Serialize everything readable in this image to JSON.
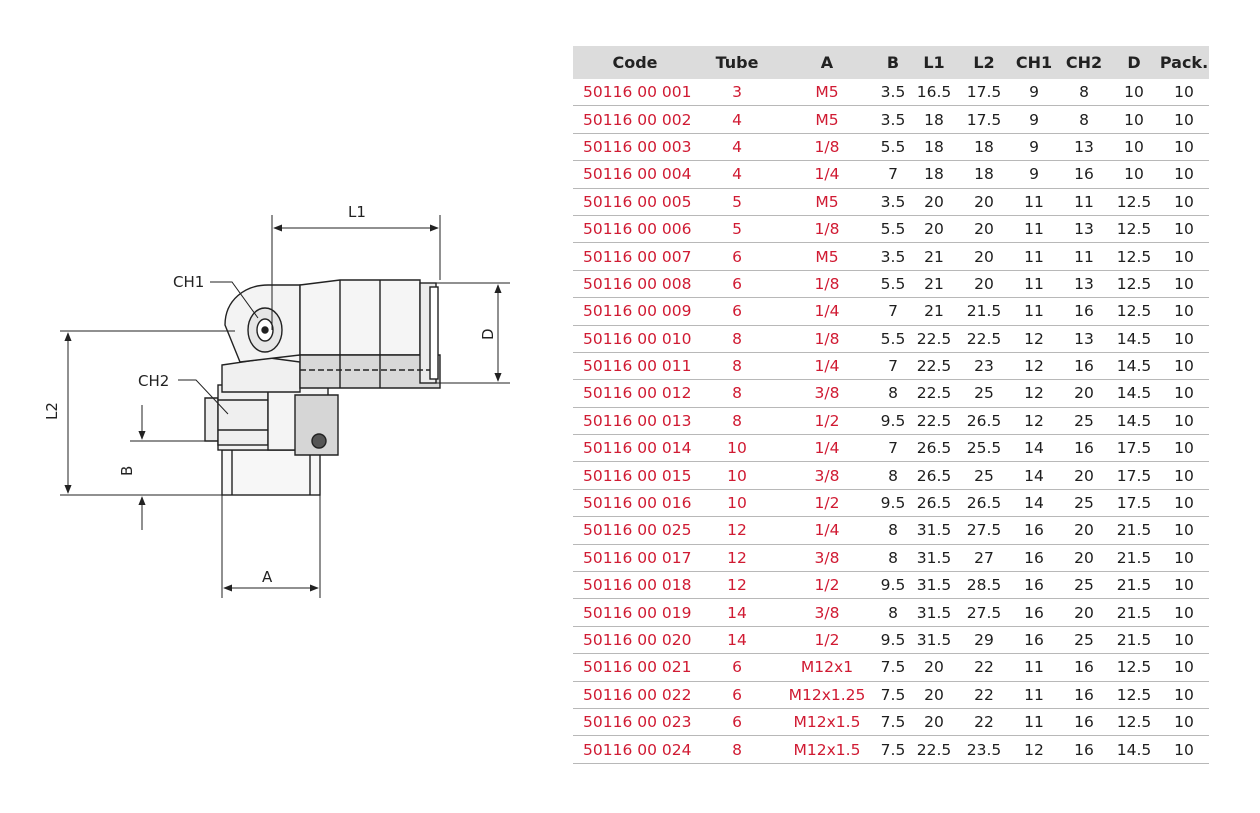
{
  "drawing": {
    "labels": {
      "l1": "L1",
      "l2": "L2",
      "ch1": "CH1",
      "ch2": "CH2",
      "b": "B",
      "a": "A",
      "d": "D"
    }
  },
  "table": {
    "headers": [
      "Code",
      "Tube",
      "A",
      "B",
      "L1",
      "L2",
      "CH1",
      "CH2",
      "D",
      "Pack."
    ],
    "rows": [
      [
        "50116 00 001",
        "3",
        "M5",
        "3.5",
        "16.5",
        "17.5",
        "9",
        "8",
        "10",
        "10"
      ],
      [
        "50116 00 002",
        "4",
        "M5",
        "3.5",
        "18",
        "17.5",
        "9",
        "8",
        "10",
        "10"
      ],
      [
        "50116 00 003",
        "4",
        "1/8",
        "5.5",
        "18",
        "18",
        "9",
        "13",
        "10",
        "10"
      ],
      [
        "50116 00 004",
        "4",
        "1/4",
        "7",
        "18",
        "18",
        "9",
        "16",
        "10",
        "10"
      ],
      [
        "50116 00 005",
        "5",
        "M5",
        "3.5",
        "20",
        "20",
        "11",
        "11",
        "12.5",
        "10"
      ],
      [
        "50116 00 006",
        "5",
        "1/8",
        "5.5",
        "20",
        "20",
        "11",
        "13",
        "12.5",
        "10"
      ],
      [
        "50116 00 007",
        "6",
        "M5",
        "3.5",
        "21",
        "20",
        "11",
        "11",
        "12.5",
        "10"
      ],
      [
        "50116 00 008",
        "6",
        "1/8",
        "5.5",
        "21",
        "20",
        "11",
        "13",
        "12.5",
        "10"
      ],
      [
        "50116 00 009",
        "6",
        "1/4",
        "7",
        "21",
        "21.5",
        "11",
        "16",
        "12.5",
        "10"
      ],
      [
        "50116 00 010",
        "8",
        "1/8",
        "5.5",
        "22.5",
        "22.5",
        "12",
        "13",
        "14.5",
        "10"
      ],
      [
        "50116 00 011",
        "8",
        "1/4",
        "7",
        "22.5",
        "23",
        "12",
        "16",
        "14.5",
        "10"
      ],
      [
        "50116 00 012",
        "8",
        "3/8",
        "8",
        "22.5",
        "25",
        "12",
        "20",
        "14.5",
        "10"
      ],
      [
        "50116 00 013",
        "8",
        "1/2",
        "9.5",
        "22.5",
        "26.5",
        "12",
        "25",
        "14.5",
        "10"
      ],
      [
        "50116 00 014",
        "10",
        "1/4",
        "7",
        "26.5",
        "25.5",
        "14",
        "16",
        "17.5",
        "10"
      ],
      [
        "50116 00 015",
        "10",
        "3/8",
        "8",
        "26.5",
        "25",
        "14",
        "20",
        "17.5",
        "10"
      ],
      [
        "50116 00 016",
        "10",
        "1/2",
        "9.5",
        "26.5",
        "26.5",
        "14",
        "25",
        "17.5",
        "10"
      ],
      [
        "50116 00 025",
        "12",
        "1/4",
        "8",
        "31.5",
        "27.5",
        "16",
        "20",
        "21.5",
        "10"
      ],
      [
        "50116 00 017",
        "12",
        "3/8",
        "8",
        "31.5",
        "27",
        "16",
        "20",
        "21.5",
        "10"
      ],
      [
        "50116 00 018",
        "12",
        "1/2",
        "9.5",
        "31.5",
        "28.5",
        "16",
        "25",
        "21.5",
        "10"
      ],
      [
        "50116 00 019",
        "14",
        "3/8",
        "8",
        "31.5",
        "27.5",
        "16",
        "20",
        "21.5",
        "10"
      ],
      [
        "50116 00 020",
        "14",
        "1/2",
        "9.5",
        "31.5",
        "29",
        "16",
        "25",
        "21.5",
        "10"
      ],
      [
        "50116 00 021",
        "6",
        "M12x1",
        "7.5",
        "20",
        "22",
        "11",
        "16",
        "12.5",
        "10"
      ],
      [
        "50116 00 022",
        "6",
        "M12x1.25",
        "7.5",
        "20",
        "22",
        "11",
        "16",
        "12.5",
        "10"
      ],
      [
        "50116 00 023",
        "6",
        "M12x1.5",
        "7.5",
        "20",
        "22",
        "11",
        "16",
        "12.5",
        "10"
      ],
      [
        "50116 00 024",
        "8",
        "M12x1.5",
        "7.5",
        "22.5",
        "23.5",
        "12",
        "16",
        "14.5",
        "10"
      ]
    ]
  }
}
